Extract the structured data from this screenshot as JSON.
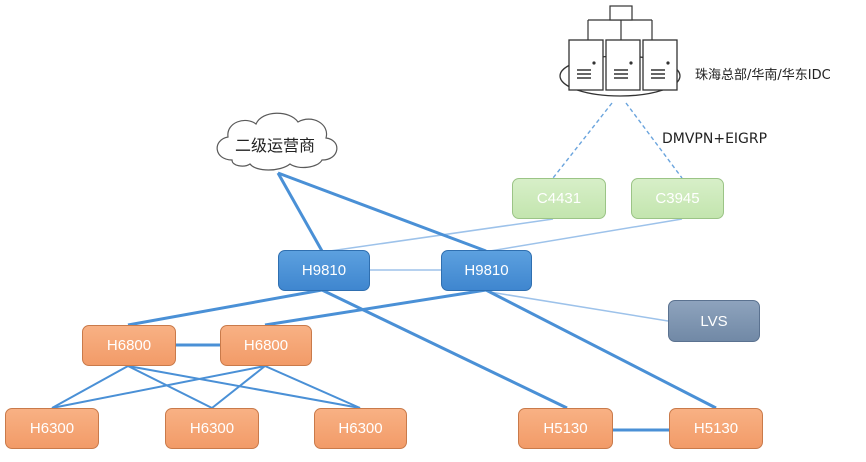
{
  "nodes": {
    "c4431": "C4431",
    "c3945": "C3945",
    "h9810_left": "H9810",
    "h9810_right": "H9810",
    "lvs": "LVS",
    "h6800_left": "H6800",
    "h6800_right": "H6800",
    "h6300_1": "H6300",
    "h6300_2": "H6300",
    "h6300_3": "H6300",
    "h5130_left": "H5130",
    "h5130_right": "H5130"
  },
  "labels": {
    "datacenter": "珠海总部/华南/华东IDC",
    "carrier": "二级运营商",
    "wan_protocol": "DMVPN+EIGRP"
  },
  "colors": {
    "link": "#4a90d6",
    "link_light": "#8fb8e6",
    "core": "#4a90d6",
    "access": "#f5a877",
    "router": "#c9e8b5",
    "lvs": "#7d93b0"
  },
  "icons": {
    "datacenter": "server-cluster-icon",
    "carrier": "cloud-icon"
  }
}
